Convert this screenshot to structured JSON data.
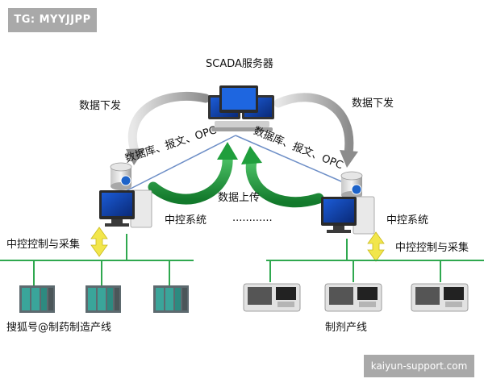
{
  "badges": {
    "top_left": "TG: MYYJJPP",
    "bottom_right": "kaiyun-support.com"
  },
  "server": {
    "label": "SCADA服务器"
  },
  "flows": {
    "download_left": "数据下发",
    "download_right": "数据下发",
    "protocol_left": "数据库、报文、OPC",
    "protocol_right": "数据库、报文、OPC",
    "upload": "数据上传",
    "dots": "............"
  },
  "nodes": {
    "central_left": "中控系统",
    "central_right": "中控系统",
    "acq_left": "中控控制与采集",
    "acq_right": "中控控制与采集"
  },
  "lines": {
    "left_caption": "搜狐号@制药制造产线",
    "right_caption": "制剂产线"
  },
  "colors": {
    "bus_green": "#2fa84f",
    "arrow_green": "#1f9e3c",
    "arrow_grey": "#9a9a9a",
    "link_blue": "#6e8fc7",
    "bidir_yellow": "#f2e64b"
  },
  "icons": {
    "server": "server-rack-icon",
    "workstation": "desktop-pc-icon",
    "database": "database-icon",
    "plc": "plc-module-icon",
    "machine": "cnc-machine-icon"
  }
}
